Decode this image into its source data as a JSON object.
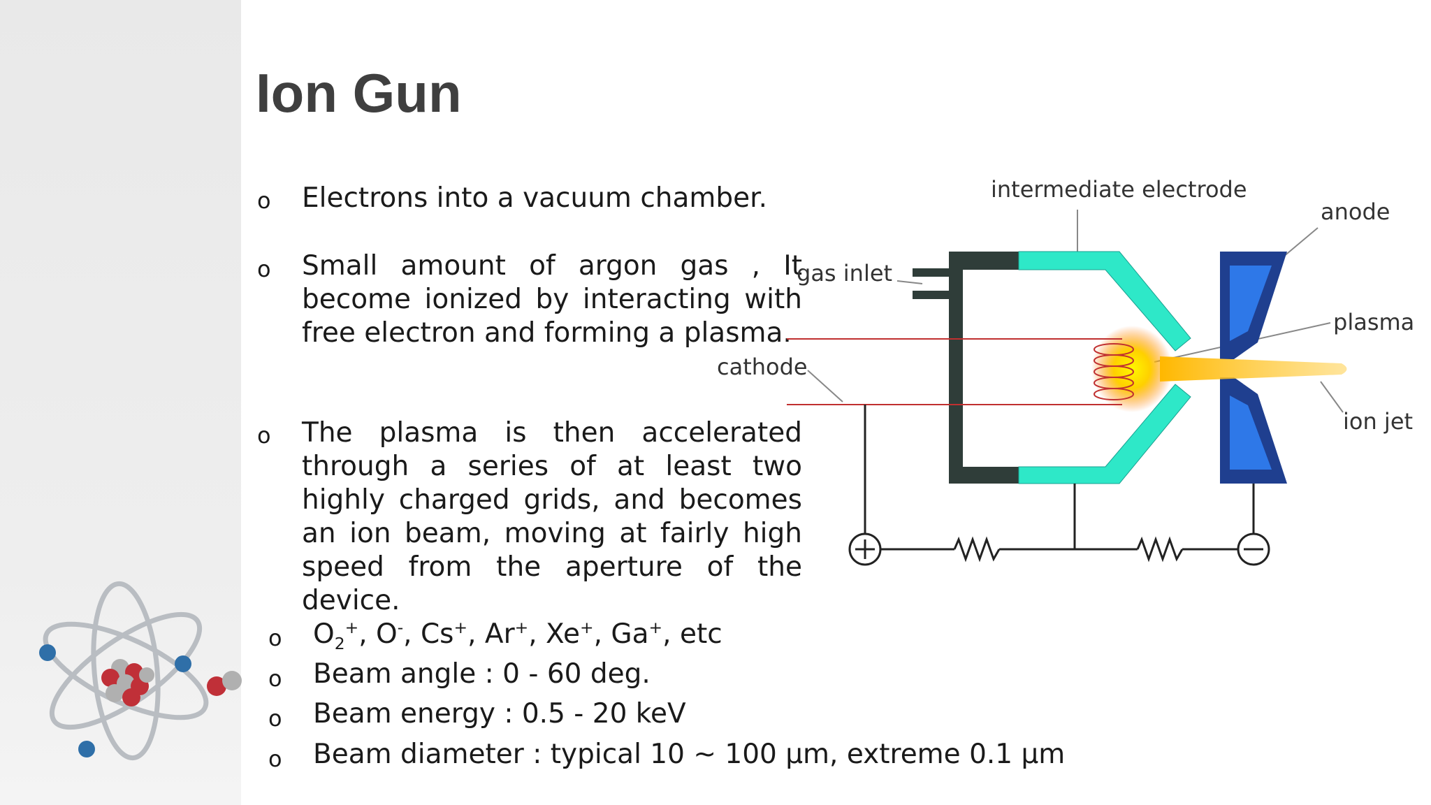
{
  "slide": {
    "title": "Ion Gun"
  },
  "bullets": [
    {
      "marker": "o",
      "text": "Electrons into a vacuum chamber."
    },
    {
      "marker": "o",
      "text": "Small amount of argon gas , It become ionized by interacting with free electron and forming a plasma."
    },
    {
      "marker": "o",
      "text": "The plasma is then accelerated through a series of at least two highly charged grids, and becomes an ion beam, moving at fairly high speed from the aperture of the device."
    }
  ],
  "specs": {
    "ions": {
      "o": "O",
      "o_sub": "2",
      "o_sup": "+",
      "rest": [
        {
          "sep": ", ",
          "base": "O",
          "sup": "-"
        },
        {
          "sep": ", ",
          "base": "Cs",
          "sup": "+"
        },
        {
          "sep": ", ",
          "base": "Ar",
          "sup": "+"
        },
        {
          "sep": ", ",
          "base": "Xe",
          "sup": "+"
        },
        {
          "sep": ", ",
          "base": "Ga",
          "sup": "+"
        }
      ],
      "tail": ", etc"
    },
    "items": [
      "Beam angle : 0 - 60 deg.",
      "Beam energy : 0.5 - 20 keV",
      "Beam diameter : typical 10 ~ 100 μm, extreme 0.1 μm"
    ]
  },
  "diagram": {
    "labels": {
      "intermediate_electrode": "intermediate electrode",
      "anode": "anode",
      "gas_inlet": "gas inlet",
      "plasma": "plasma",
      "cathode": "cathode",
      "ion_jet": "ion jet"
    },
    "colors": {
      "electrode_dark": "#2f3d39",
      "electrode_cyan": "#2ee8c8",
      "anode_dark": "#1f3f8f",
      "anode_light": "#2e78e8",
      "wire": "#c03030",
      "plasma_core": "#ffe000",
      "plasma_outer": "#ff6a00"
    }
  }
}
